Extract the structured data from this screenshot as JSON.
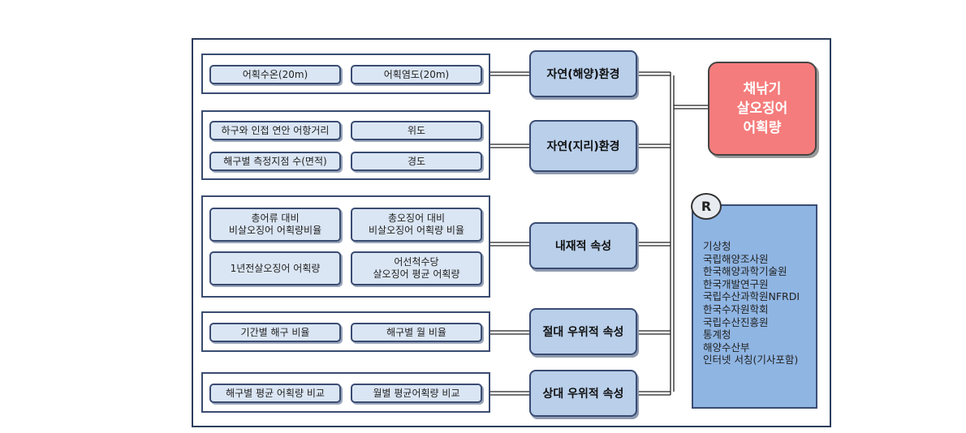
{
  "target": {
    "lines": [
      "채낚기",
      "살오징어",
      "어획량"
    ]
  },
  "categories": {
    "c1": "자연(해양)환경",
    "c2": "자연(지리)환경",
    "c3": "내재적 속성",
    "c4": "절대 우위적 속성",
    "c5": "상대 우위적 속성"
  },
  "items": {
    "g1": [
      "어획수온(20m)",
      "어획염도(20m)"
    ],
    "g2": [
      "하구와 인접 연안 어항거리",
      "위도",
      "해구별 측정지점 수(면적)",
      "경도"
    ],
    "g3": [
      [
        "총어류 대비",
        "비살오징어 어획량비율"
      ],
      [
        "총오징어 대비",
        "비살오징어 어획량 비율"
      ],
      [
        "1년전살오징어 어획량"
      ],
      [
        "어선척수당",
        "살오징어 평균 어획량"
      ]
    ],
    "g4": [
      "기간별 해구 비율",
      "해구별 월 비율"
    ],
    "g5": [
      "해구별 평균 어획량 비교",
      "월별 평균어획량 비교"
    ]
  },
  "sources": {
    "badge": "R",
    "list": [
      "기상청",
      "국립해양조사원",
      "한국해양과학기술원",
      "한국개발연구원",
      "국립수산과학원NFRDI",
      "한국수자원학회",
      "국립수산진흥원",
      "통계청",
      "해양수산부",
      "인터넷 서칭(기사포함)"
    ]
  },
  "colors": {
    "target": "#f57c7c",
    "category": "#b9cfea",
    "item": "#dbe6f4",
    "sources": "#8fb5e3"
  }
}
